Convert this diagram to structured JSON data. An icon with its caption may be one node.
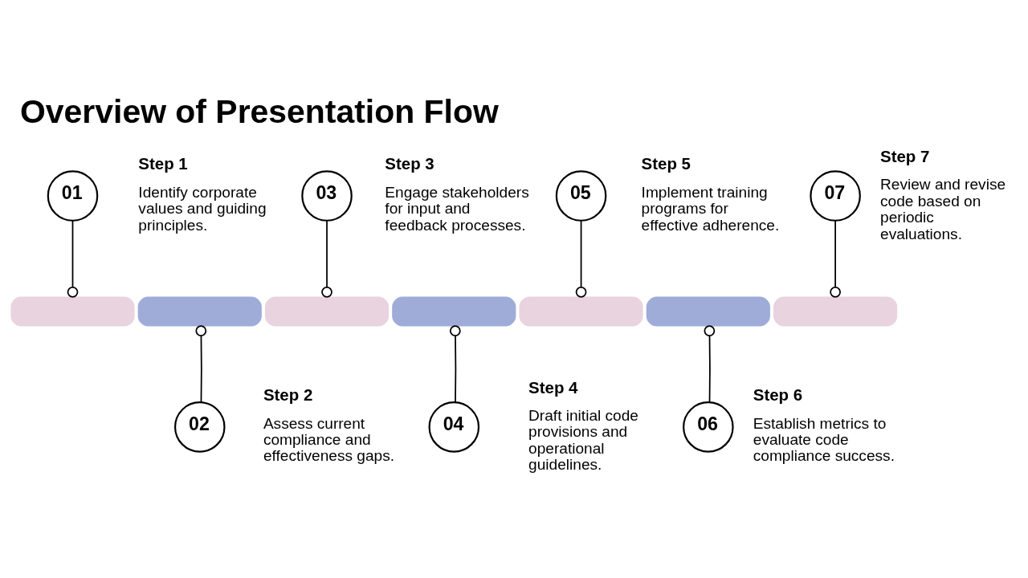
{
  "diagram": {
    "title": "Overview of Presentation Flow",
    "nodes": [
      {
        "text": [
          "01"
        ],
        "beside": [
          "Step 1",
          "Identify corporate values and guiding principles."
        ]
      },
      {
        "text": [
          "02"
        ],
        "beside": [
          "Step 2",
          "Assess current compliance and effectiveness gaps."
        ]
      },
      {
        "text": [
          "03"
        ],
        "beside": [
          "Step 3",
          "Engage stakeholders for input and feedback processes."
        ]
      },
      {
        "text": [
          "04"
        ],
        "beside": [
          "Step 4",
          "Draft initial code provisions and operational guidelines."
        ]
      },
      {
        "text": [
          "05"
        ],
        "beside": [
          "Step 5",
          "Implement training programs for effective adherence."
        ]
      },
      {
        "text": [
          "06"
        ],
        "beside": [
          "Step 6",
          "Establish metrics to evaluate code compliance success."
        ]
      },
      {
        "text": [
          "07"
        ],
        "beside": [
          "Step 7",
          "Review and revise code based on periodic evaluations."
        ]
      },
      {
        "text": [],
        "shape": "bar"
      },
      {
        "text": [],
        "shape": "bar"
      },
      {
        "text": [],
        "shape": "bar"
      },
      {
        "text": [],
        "shape": "bar"
      },
      {
        "text": [],
        "shape": "bar"
      },
      {
        "text": [],
        "shape": "bar"
      },
      {
        "text": [],
        "shape": "bar"
      }
    ],
    "edges": [
      {
        "from": 0,
        "to": 7,
        "arrow": "other"
      },
      {
        "from": 1,
        "to": 8,
        "arrow": "other"
      },
      {
        "from": 2,
        "to": 9,
        "arrow": "other"
      },
      {
        "from": 3,
        "to": 10,
        "arrow": "other"
      },
      {
        "from": 4,
        "to": 11,
        "arrow": "other"
      },
      {
        "from": 5,
        "to": 12,
        "arrow": "other"
      },
      {
        "from": 6,
        "to": 13,
        "arrow": "other"
      }
    ]
  }
}
